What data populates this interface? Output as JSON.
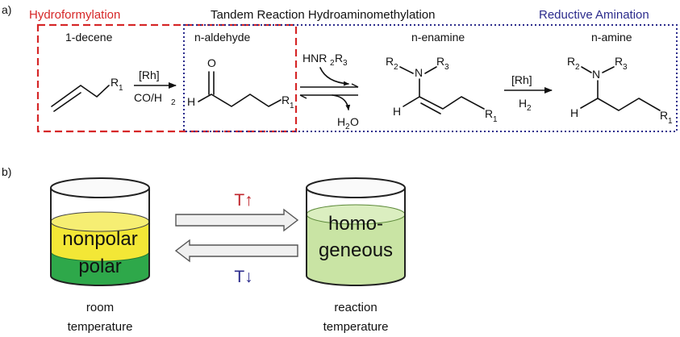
{
  "panel_a": {
    "label": "a)",
    "header_hydroformylation": "Hydroformylation",
    "header_tandem": "Tandem Reaction Hydroaminomethylation",
    "header_reductive": "Reductive Amination",
    "colors": {
      "hydroformylation": "#d62728",
      "reductive": "#2b2b8c"
    },
    "compounds": {
      "decene": "1-decene",
      "aldehyde": "n-aldehyde",
      "enamine": "n-enamine",
      "amine": "n-amine"
    },
    "atoms": {
      "R": "R",
      "N": "N",
      "H": "H",
      "O": "O",
      "s1": "1",
      "s2": "2",
      "s3": "3"
    },
    "step1": {
      "catalyst": "[Rh]",
      "reagent_main": "CO/H",
      "reagent_sub": "2"
    },
    "step2": {
      "reagent_main": "HNR",
      "reagent_sub1": "2",
      "reagent_mid": "R",
      "reagent_sub2": "3",
      "byproduct_main": "H",
      "byproduct_sub": "2",
      "byproduct_tail": "O"
    },
    "step3": {
      "catalyst": "[Rh]",
      "reagent_main": "H",
      "reagent_sub": "2"
    }
  },
  "panel_b": {
    "label": "b)",
    "heat_symbol": "T↑",
    "cool_symbol": "T↓",
    "heat_color": "#c0262d",
    "cool_color": "#2b2b8c",
    "left_beaker": {
      "upper_phase": "nonpolar",
      "lower_phase": "polar",
      "caption_line1": "room",
      "caption_line2": "temperature",
      "upper_color": "#f3e736",
      "lower_color": "#2ea84a"
    },
    "right_beaker": {
      "phase_line1": "homo-",
      "phase_line2": "geneous",
      "caption_line1": "reaction",
      "caption_line2": "temperature",
      "phase_color": "#c9e4a4"
    }
  }
}
